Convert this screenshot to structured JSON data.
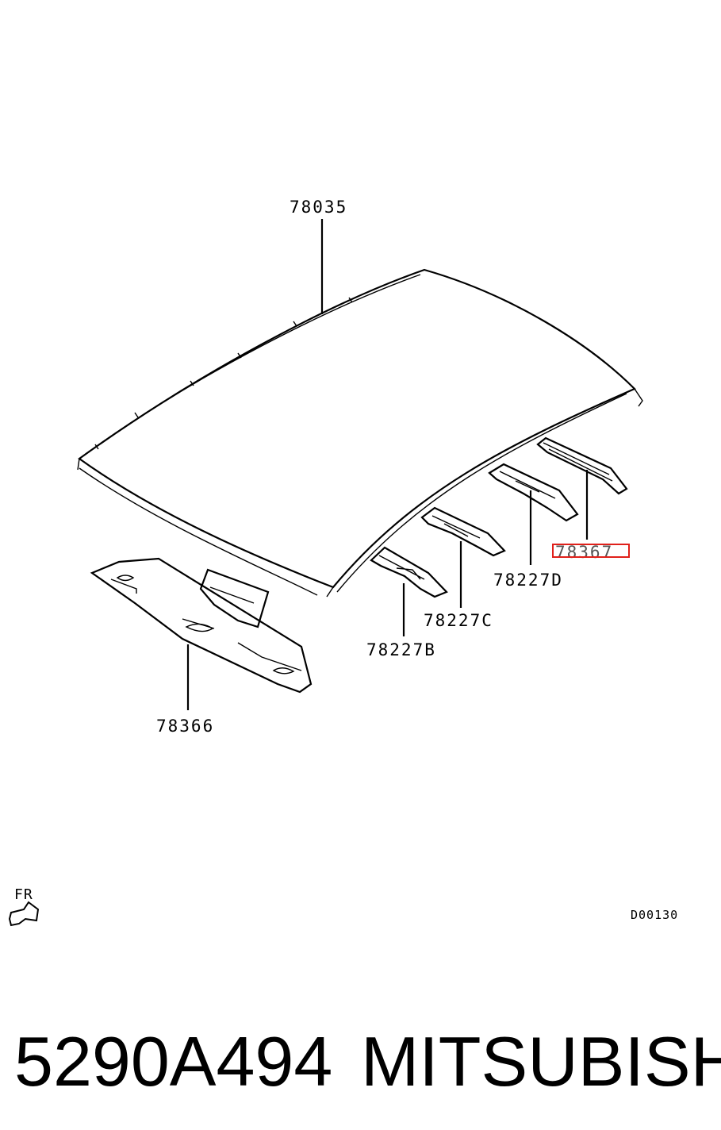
{
  "parts": {
    "roof_panel": "78035",
    "front_header": "78366",
    "rear_header": "78367",
    "bow_b": "78227B",
    "bow_c": "78227C",
    "bow_d": "78227D"
  },
  "orientation_label": "FR",
  "diagram_code": "D00130",
  "part_number": "5290A494",
  "brand": "MITSUBISHI",
  "highlight_color": "#e0201a"
}
